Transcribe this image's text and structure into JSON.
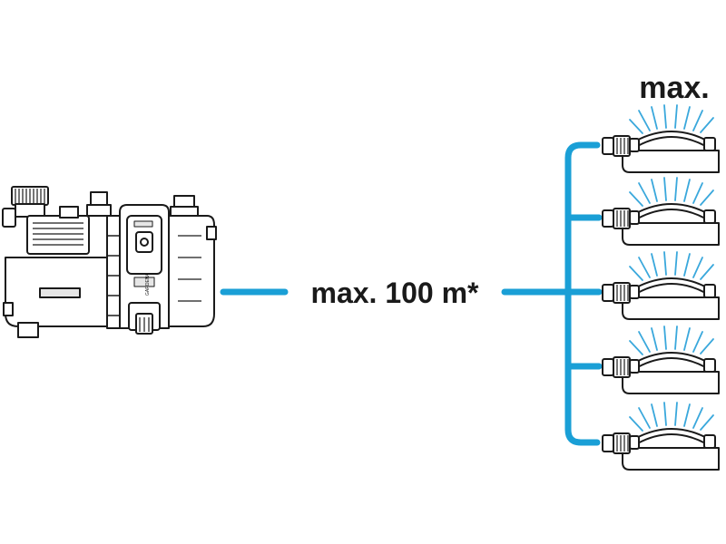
{
  "diagram": {
    "distance_label": "max. 100 m*",
    "outlets_label": "max.",
    "pump_brand": "GARDENA",
    "outlet_count": 5,
    "colors": {
      "pipe": "#1a9fd6",
      "outline": "#1a1a1a",
      "spray": "#3aa8dc",
      "fill": "#ffffff",
      "grey_fill": "#e6e6e6"
    },
    "icons": {
      "pump": "garden-pump-icon",
      "sprinkler": "oscillating-sprinkler-icon"
    }
  }
}
